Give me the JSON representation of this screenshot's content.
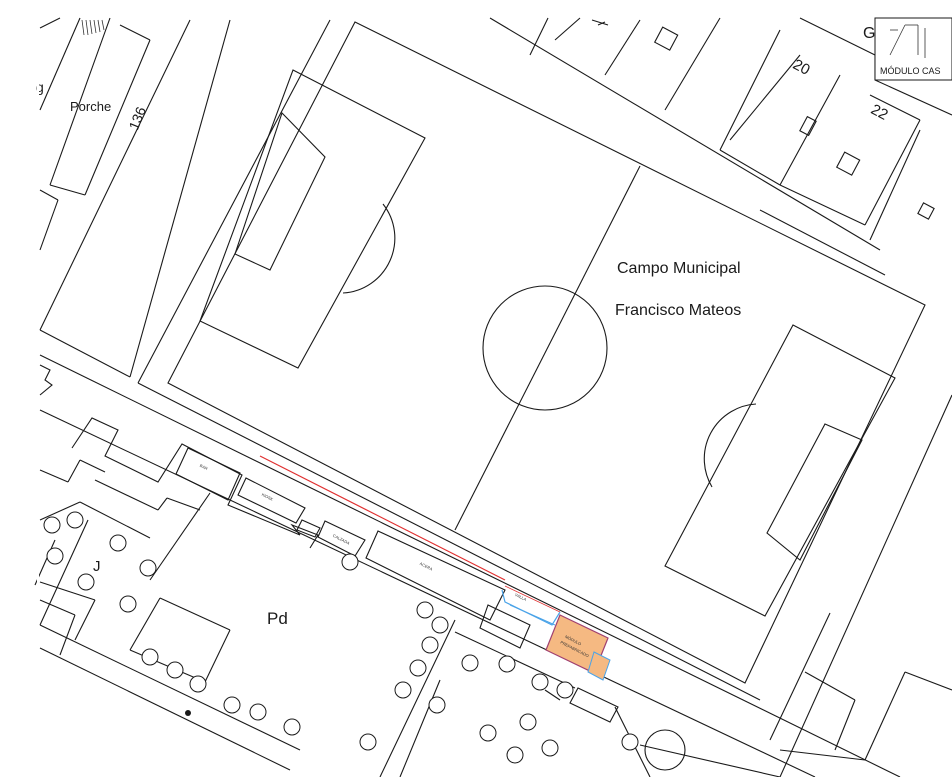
{
  "map": {
    "field_name_line1": "Campo Municipal",
    "field_name_line2": "Francisco Mateos",
    "porche_label": "Porche",
    "street_number_136": "136",
    "street_number_20": "20",
    "street_number_22": "22",
    "block_label_pd": "Pd",
    "block_label_j": "J",
    "corner_letter_g": "G",
    "edge_letter": "g",
    "legend_module_label": "MÓDULO CAS",
    "prefab_module_label_1": "MÓDULO",
    "prefab_module_label_2": "PREFABRICADO"
  },
  "colors": {
    "linework": "#1a1a1a",
    "fence_line": "#e03030",
    "module_fill": "#f5b982",
    "module_outline": "#a04070",
    "water_line": "#4aa3e8"
  }
}
